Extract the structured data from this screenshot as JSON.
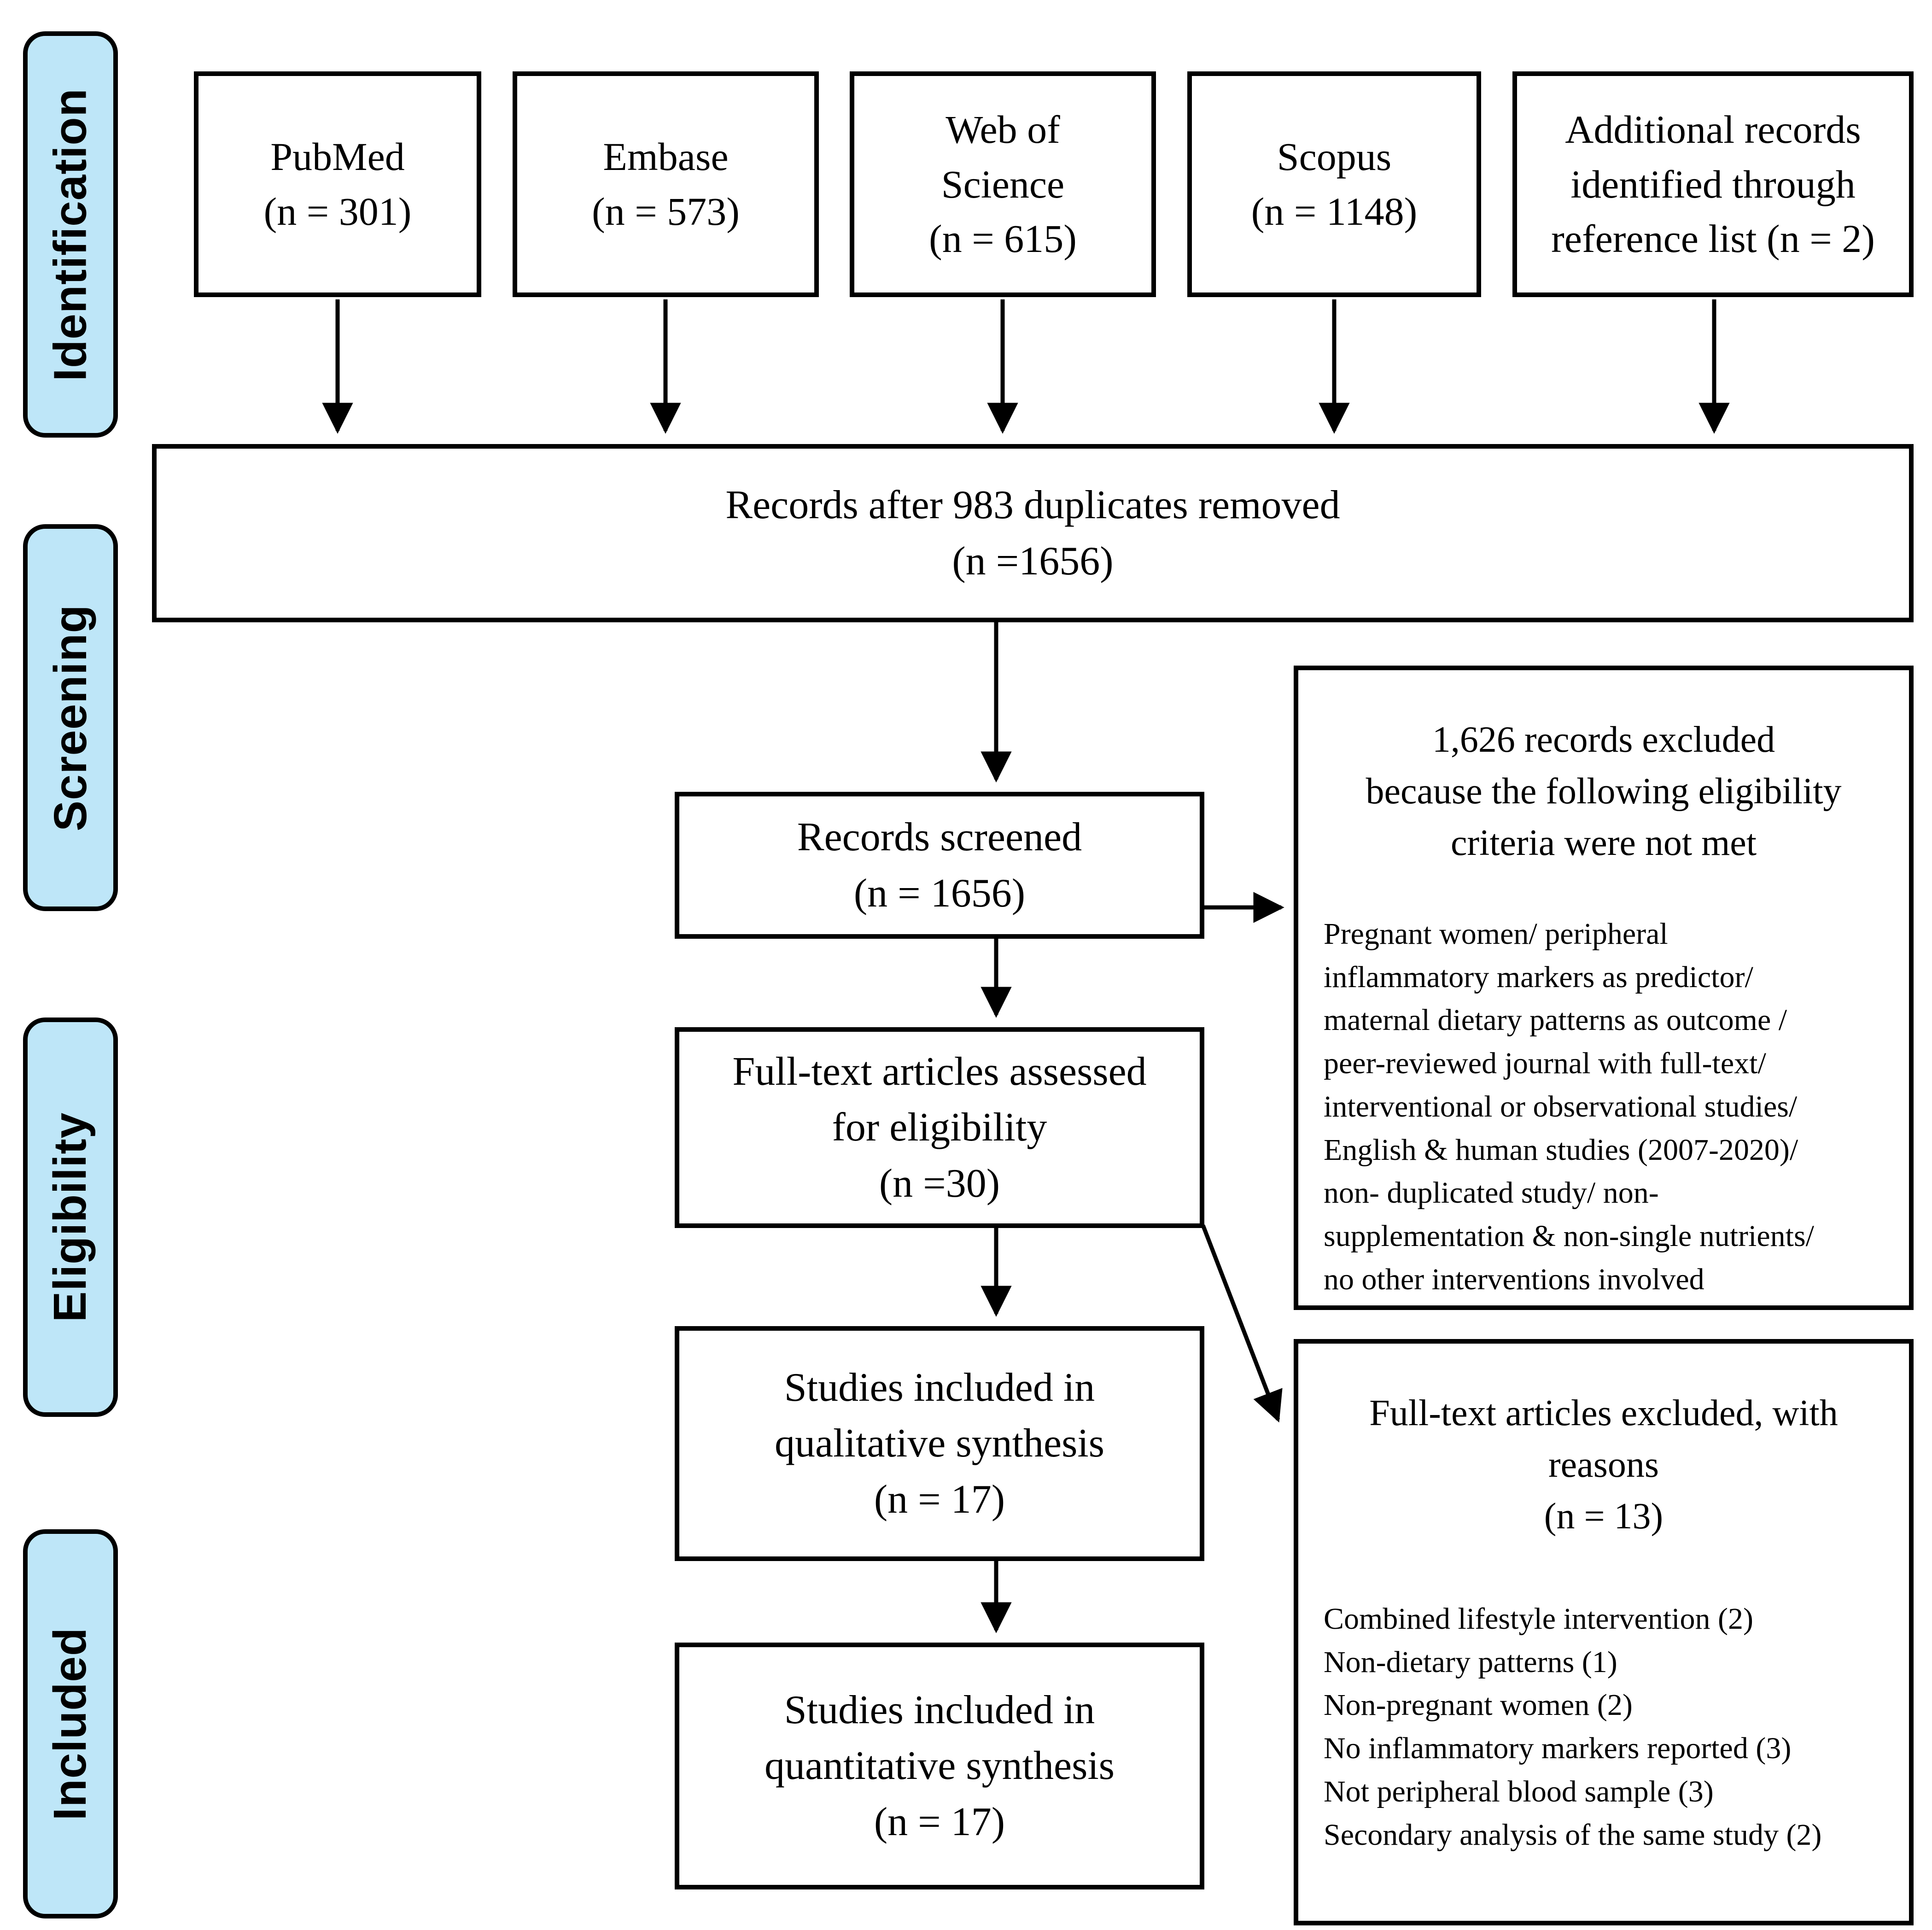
{
  "figure": {
    "type": "prisma-flow-diagram",
    "description_visible_text_only": true
  },
  "colors": {
    "stage_fill": "#bee6f8",
    "line": "#000000",
    "box_background": "#ffffff"
  },
  "sidebar": {
    "stages": [
      {
        "label": "Identification"
      },
      {
        "label": "Screening"
      },
      {
        "label": "Eligibility"
      },
      {
        "label": "Included"
      }
    ]
  },
  "sources": [
    {
      "name": "PubMed",
      "text": "PubMed\n(n = 301)"
    },
    {
      "name": "Embase",
      "text": "Embase\n(n = 573)"
    },
    {
      "name": "Web of Science",
      "text": "Web of\nScience\n(n = 615)"
    },
    {
      "name": "Scopus",
      "text": "Scopus\n(n = 1148)"
    },
    {
      "name": "Additional records",
      "text": "Additional records\nidentified through\nreference list (n = 2)"
    }
  ],
  "flow": {
    "duplicates": {
      "text": "Records after 983 duplicates removed\n(n =1656)"
    },
    "screened": {
      "text": "Records screened\n(n = 1656)"
    },
    "fulltext": {
      "text": "Full-text articles assessed\nfor eligibility\n(n =30)"
    },
    "qualitative": {
      "text": "Studies included in\nqualitative synthesis\n(n = 17)"
    },
    "quantitative": {
      "text": "Studies included in\nquantitative synthesis\n(n = 17)"
    }
  },
  "exclusions": [
    {
      "header": "1,626 records excluded\nbecause the following eligibility\ncriteria were not met",
      "body": "Pregnant women/ peripheral\ninflammatory markers as predictor/\nmaternal dietary patterns as outcome /\npeer-reviewed journal with full-text/\ninterventional or observational studies/\nEnglish & human studies (2007-2020)/\nnon- duplicated study/ non-\nsupplementation & non-single nutrients/\nno other interventions involved"
    },
    {
      "header": "Full-text articles excluded, with\nreasons\n(n = 13)",
      "body": "Combined lifestyle intervention (2)\nNon-dietary patterns (1)\nNon-pregnant women (2)\nNo inflammatory markers reported (3)\nNot peripheral blood sample (3)\nSecondary analysis of the same study (2)"
    }
  ]
}
